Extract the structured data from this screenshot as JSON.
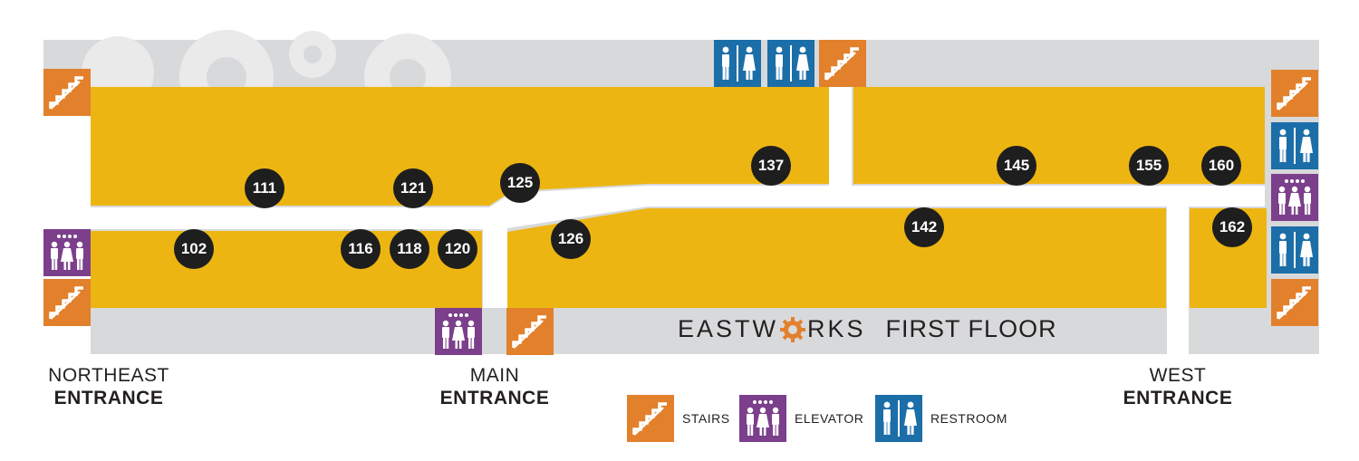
{
  "colors": {
    "background": "#ffffff",
    "building": "#d8d9db",
    "rooms": "#edb511",
    "corridor": "#ffffff",
    "room_marker": "#1e1e1e",
    "stairs": "#e2802c",
    "elevator": "#7b3f8b",
    "restroom": "#1b6ea8",
    "gear_watermark": "#eaeaeb",
    "logo_gear": "#e2802c",
    "text": "#231f20"
  },
  "map": {
    "title_part1": "EASTW",
    "title_part2": "RKS",
    "title_floor": "FIRST FLOOR",
    "rooms": [
      "111",
      "121",
      "125",
      "137",
      "145",
      "155",
      "160",
      "102",
      "116",
      "118",
      "120",
      "126",
      "142",
      "162"
    ],
    "entrances": {
      "northeast": {
        "line1": "NORTHEAST",
        "line2": "ENTRANCE"
      },
      "main": {
        "line1": "MAIN",
        "line2": "ENTRANCE"
      },
      "west": {
        "line1": "WEST",
        "line2": "ENTRANCE"
      }
    },
    "icons": {
      "stairs": "stairs-icon",
      "elevator": "elevator-icon",
      "restroom": "restroom-icon"
    }
  },
  "legend": [
    {
      "icon": "stairs-icon",
      "label": "STAIRS"
    },
    {
      "icon": "elevator-icon",
      "label": "ELEVATOR"
    },
    {
      "icon": "restroom-icon",
      "label": "RESTROOM"
    }
  ]
}
